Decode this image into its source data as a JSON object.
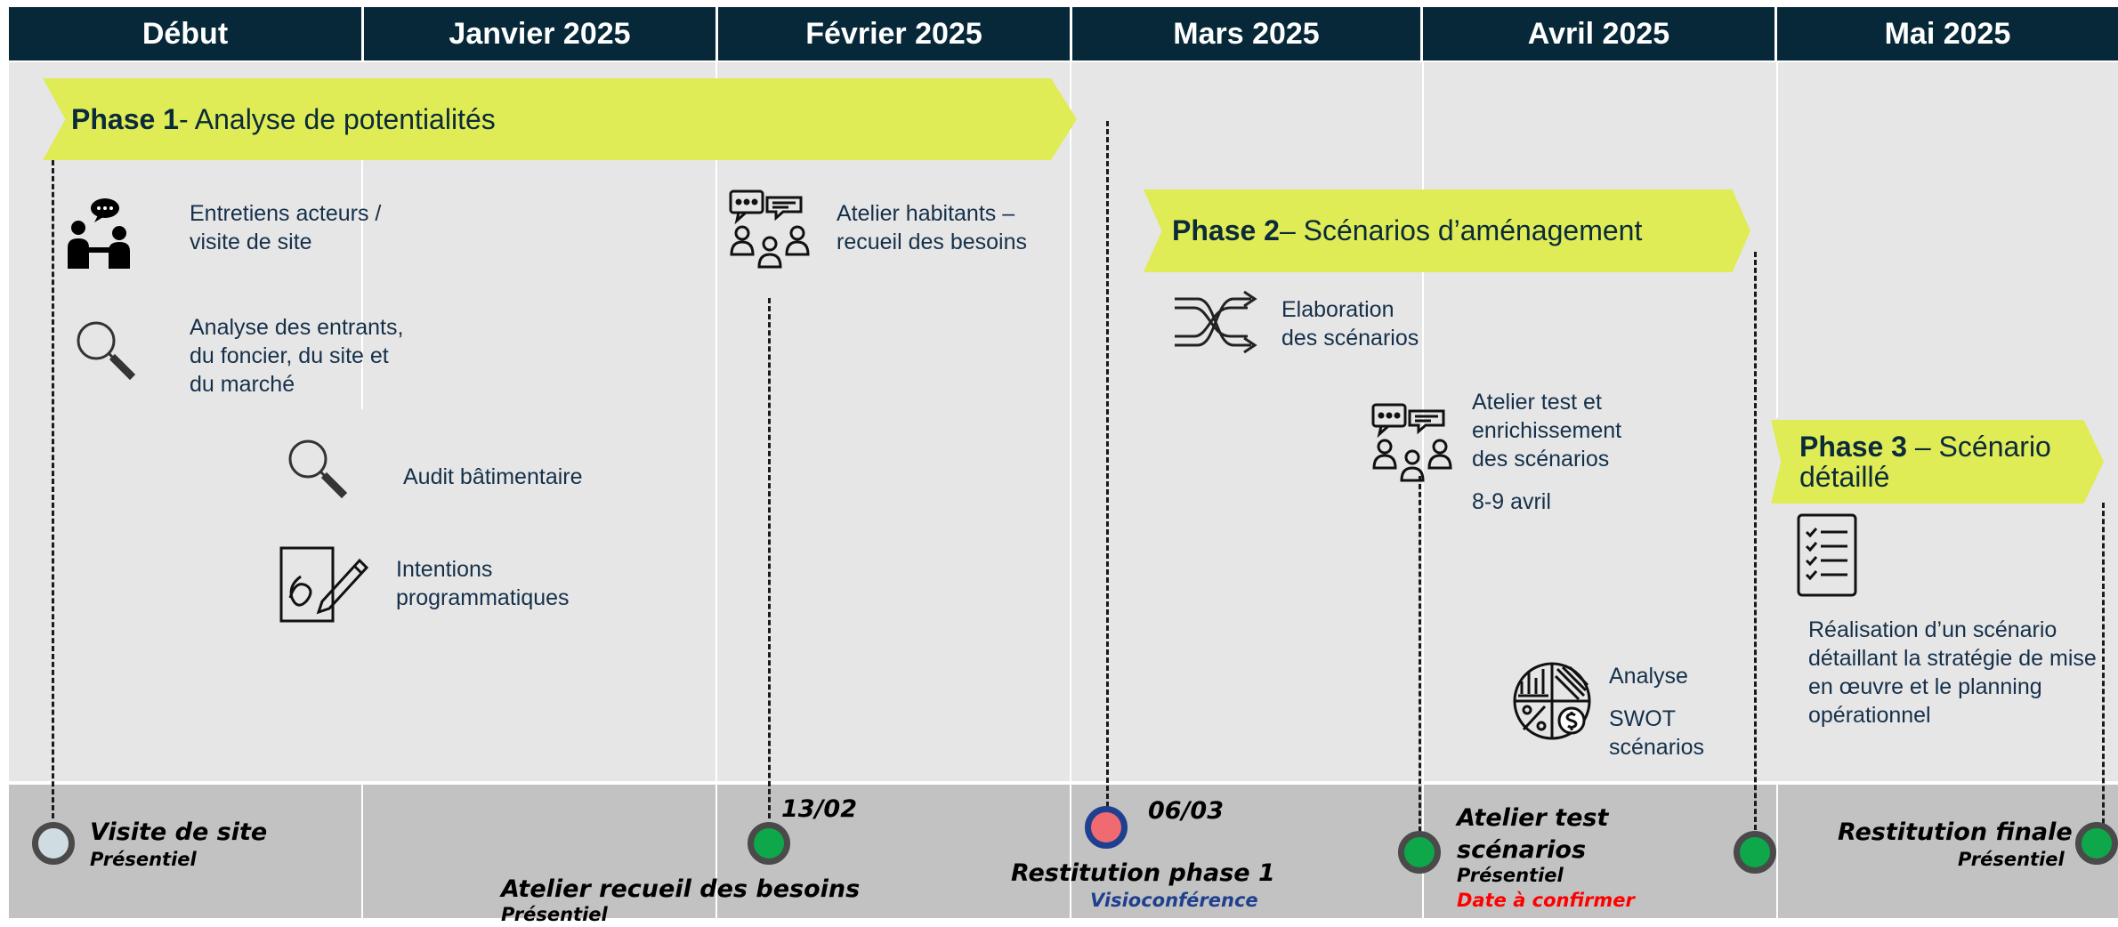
{
  "header": {
    "months": [
      "Début",
      "Janvier 2025",
      "Février 2025",
      "Mars 2025",
      "Avril 2025",
      "Mai 2025"
    ]
  },
  "phases": [
    {
      "bold": "Phase 1",
      "rest": " - Analyse de potentialités"
    },
    {
      "bold": "Phase 2",
      "rest": " – Scénarios d’aménagement"
    },
    {
      "bold": "Phase 3",
      "rest": " – Scénario détaillé"
    }
  ],
  "tasks": {
    "entretiens": "Entretiens acteurs /\nvisite de site",
    "analyse_entrants": "Analyse des entrants,\ndu foncier, du site et\ndu marché",
    "audit": "Audit bâtimentaire",
    "intentions": "Intentions\nprogrammatiques",
    "atelier_habitants": "Atelier habitants –\nrecueil des besoins",
    "elaboration": "Elaboration\ndes scénarios",
    "atelier_test": "Atelier test et\nenrichissement\ndes scénarios",
    "atelier_test_date": "8-9 avril",
    "swot_analyse": "Analyse",
    "swot_scenarios": "SWOT\nscénarios",
    "realisation": "Réalisation d’un scénario\ndétaillant la stratégie de mise\nen œuvre et  le planning\nopérationnel"
  },
  "milestones": {
    "visite": {
      "title": "Visite de site",
      "mode": "Présentiel"
    },
    "atelier_recueil": {
      "date": "13/02",
      "title": "Atelier recueil des besoins",
      "mode": "Présentiel"
    },
    "restitution1": {
      "date": "06/03",
      "title": "Restitution phase 1",
      "mode": "Visioconférence"
    },
    "atelier_test": {
      "title": "Atelier test\nscénarios",
      "mode": "Présentiel",
      "note": "Date à confirmer"
    },
    "restitution_finale": {
      "title": "Restitution finale",
      "mode": "Présentiel"
    }
  },
  "colors": {
    "header": "#062838",
    "phase": "#dfec55",
    "milestone_green": "#0ea74a",
    "milestone_red": "#f06a72",
    "milestone_start": "#cfdde2",
    "visio_blue": "#1f3f8f",
    "confirm_red": "#ff0000"
  },
  "icons": [
    "meeting-people-icon",
    "magnifier-icon",
    "workshop-people-icon",
    "shuffle-arrows-icon",
    "sketch-pencil-icon",
    "pie-chart-icon",
    "checklist-icon"
  ]
}
